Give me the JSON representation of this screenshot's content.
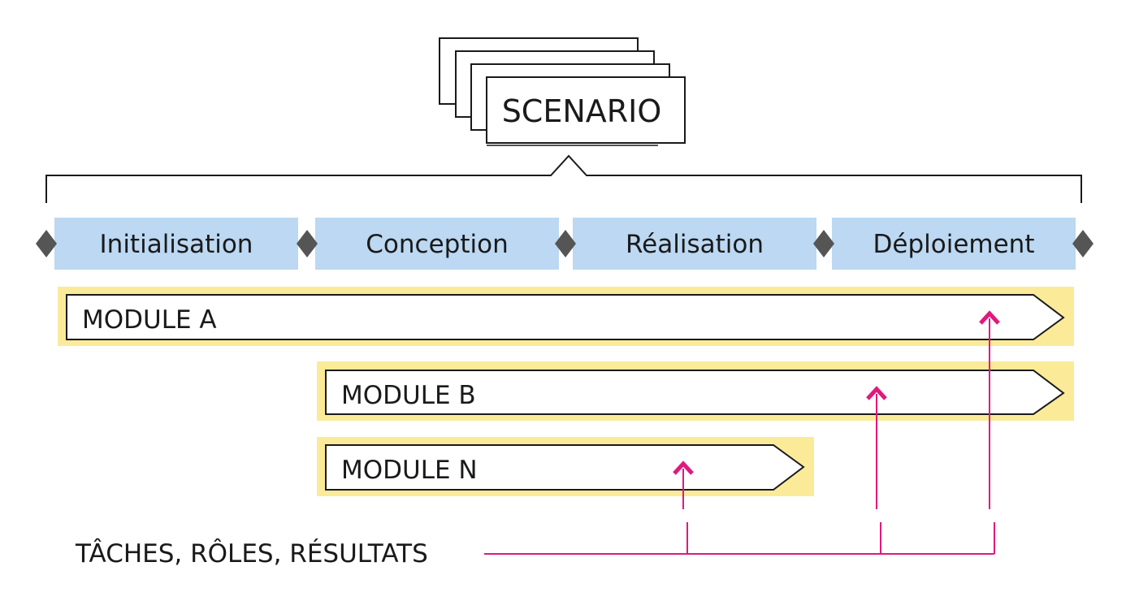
{
  "scenario": {
    "label": "SCENARIO"
  },
  "phases": [
    {
      "label": "Initialisation"
    },
    {
      "label": "Conception"
    },
    {
      "label": "Réalisation"
    },
    {
      "label": "Déploiement"
    }
  ],
  "modules": [
    {
      "label": "MODULE A"
    },
    {
      "label": "MODULE B"
    },
    {
      "label": "MODULE N"
    }
  ],
  "footer": {
    "label": "TÂCHES, RÔLES, RÉSULTATS"
  },
  "colors": {
    "phase_fill": "#bcd8f2",
    "module_highlight": "#fbeb99",
    "diamond": "#555555",
    "connector": "#e0197d",
    "outline": "#1a1a1a"
  }
}
